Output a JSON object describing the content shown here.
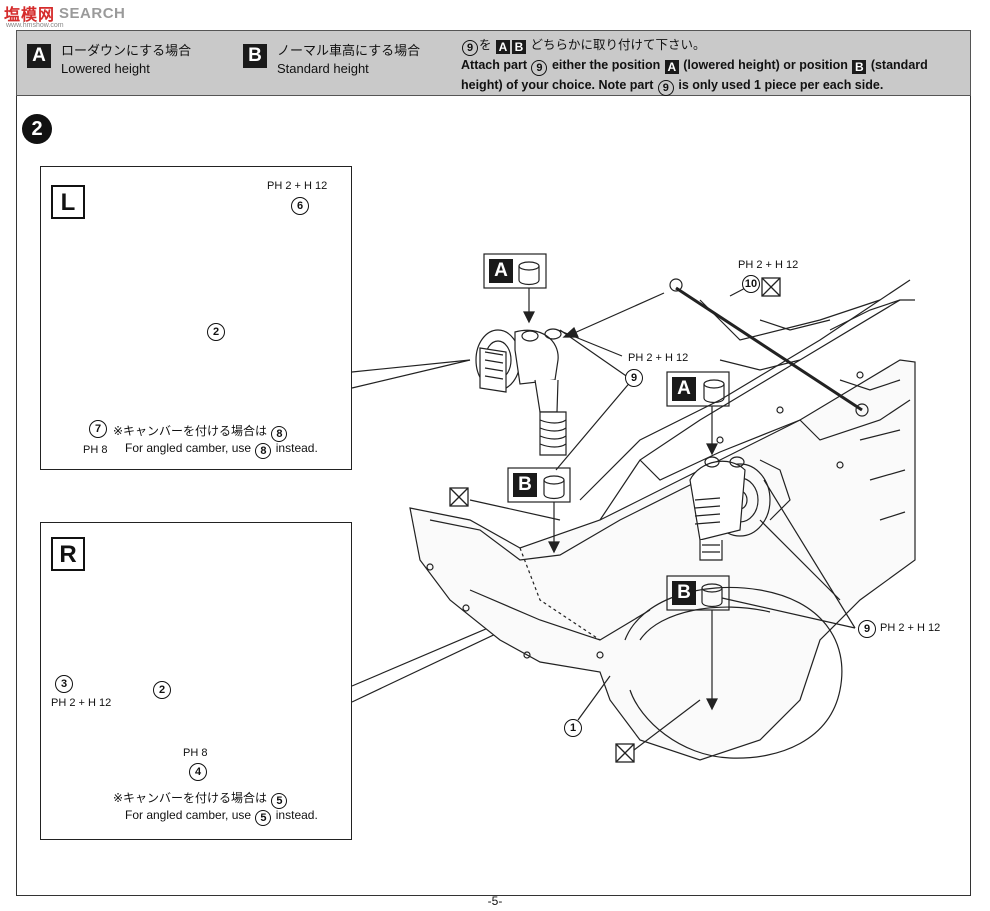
{
  "watermark": {
    "logo": "塩模网",
    "sub": "www.hmshow.com",
    "search": "SEARCH"
  },
  "header": {
    "option_a": {
      "badge": "A",
      "jp": "ローダウンにする場合",
      "en": "Lowered height"
    },
    "option_b": {
      "badge": "B",
      "jp": "ノーマル車高にする場合",
      "en": "Standard height"
    },
    "note": {
      "part": "9",
      "jp_a": "A",
      "jp_b": "B",
      "jp_text": "どちらかに取り付けて下さい。",
      "en_1": "Attach part",
      "en_2": "either the position",
      "en_3": "(lowered height) or position",
      "en_4": "(standard",
      "en_5": "height) of your choice. Note part",
      "en_6": "is only used 1 piece per each side."
    }
  },
  "step_number": "2",
  "panel_l": {
    "label": "L",
    "paint_top": "PH 2 + H 12",
    "part_6": "6",
    "part_2": "2",
    "part_7": "7",
    "paint_bottom": "PH 8",
    "camber_jp": "※キャンバーを付ける場合は",
    "camber_jp_part": "8",
    "camber_en": "For angled camber, use",
    "camber_en_part": "8",
    "camber_en_end": "instead."
  },
  "panel_r": {
    "label": "R",
    "part_3": "3",
    "paint_3": "PH 2 + H 12",
    "part_2": "2",
    "paint_4": "PH 8",
    "part_4": "4",
    "camber_jp": "※キャンバーを付ける場合は",
    "camber_jp_part": "5",
    "camber_en": "For angled camber, use",
    "camber_en_part": "5",
    "camber_en_end": "instead."
  },
  "main": {
    "callout_a1": "A",
    "callout_b1": "B",
    "callout_a2": "A",
    "callout_b2": "B",
    "part_9a": "9",
    "paint_9a": "PH 2 + H 12",
    "part_10": "10",
    "paint_10": "PH 2 + H 12",
    "part_9b": "9",
    "paint_9b": "PH 2 + H 12",
    "part_1": "1"
  },
  "footer": {
    "page": "-5-"
  },
  "colors": {
    "header_bg": "#c9c9c9",
    "ink": "#111111",
    "watermark_red": "#d52b2b"
  }
}
